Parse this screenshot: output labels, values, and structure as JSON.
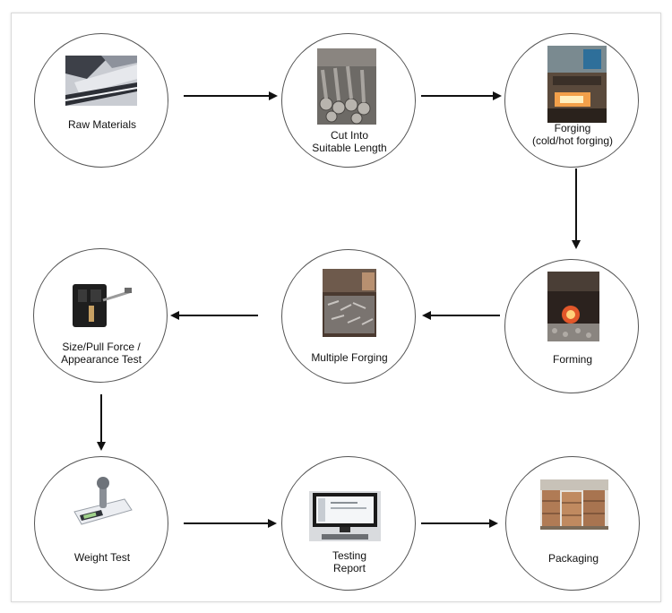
{
  "steps": {
    "raw_materials": {
      "label": "Raw Materials"
    },
    "cut": {
      "line1": "Cut Into",
      "line2": "Suitable Length"
    },
    "forging": {
      "line1": "Forging",
      "line2": "(cold/hot forging)"
    },
    "forming": {
      "label": "Forming"
    },
    "multiple_forging": {
      "label": "Multiple Forging"
    },
    "size_test": {
      "line1": "Size/Pull Force /",
      "line2": "Appearance Test"
    },
    "weight_test": {
      "label": "Weight Test"
    },
    "testing_report": {
      "line1": "Testing",
      "line2": "Report"
    },
    "packaging": {
      "label": "Packaging"
    }
  },
  "colors": {
    "arrow": "#111111",
    "circle_border": "#555555",
    "frame_border": "#d9d9d9"
  }
}
